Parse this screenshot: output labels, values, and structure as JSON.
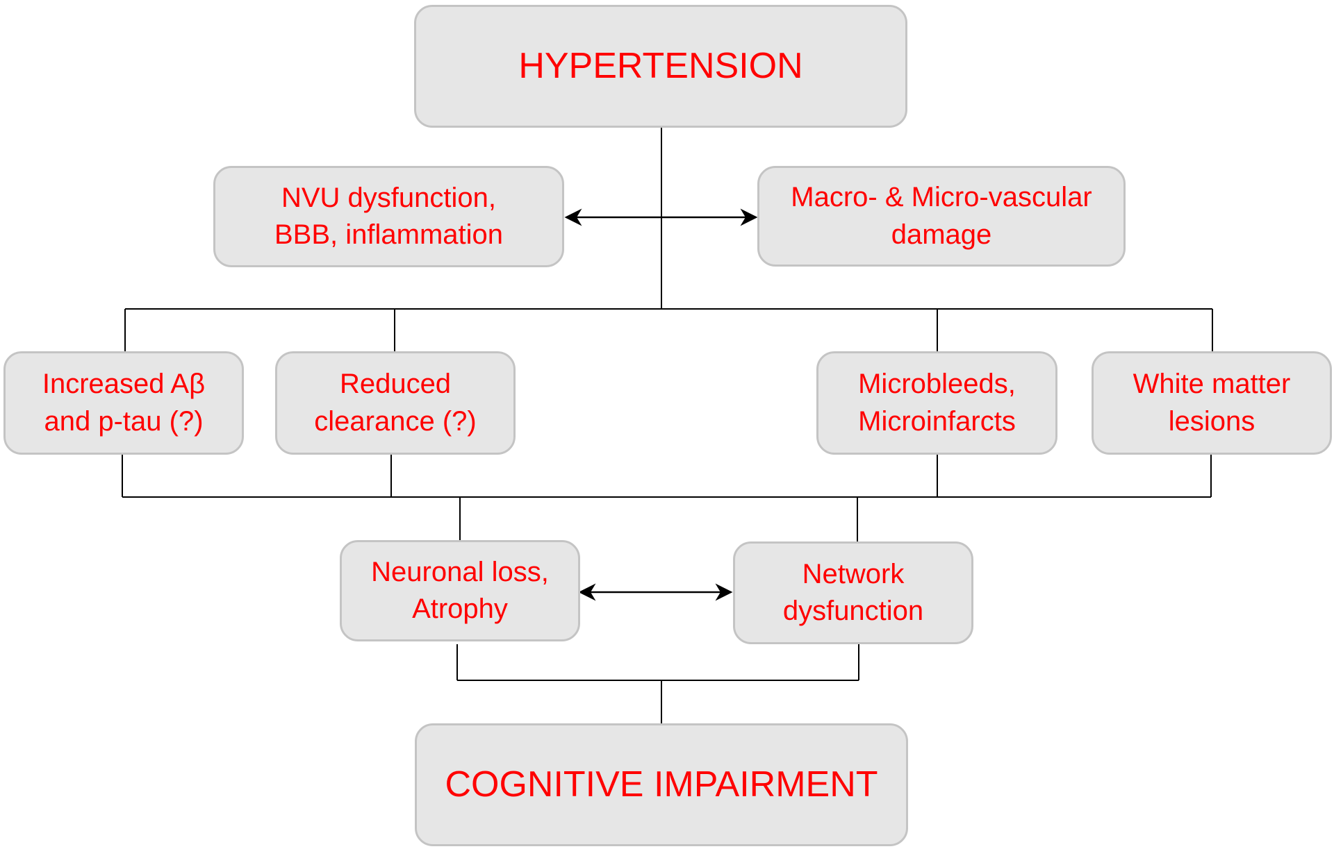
{
  "top": {
    "text": "HYPERTENSION"
  },
  "bottom": {
    "text": "COGNITIVE IMPAIRMENT"
  },
  "mechanisms": {
    "nvu": {
      "line1": "NVU dysfunction,",
      "line2": "BBB, inflammation"
    },
    "vascular": {
      "line1": "Macro- & Micro-vascular",
      "line2": "damage"
    }
  },
  "effects": [
    {
      "line1": "Increased Aβ",
      "line2": "and p-tau (?)"
    },
    {
      "line1": "Reduced",
      "line2": "clearance (?)"
    },
    {
      "line1": "Microbleeds,",
      "line2": "Microinfarcts"
    },
    {
      "line1": "White matter",
      "line2": "lesions"
    }
  ],
  "outcomes": {
    "neuronal": {
      "line1": "Neuronal loss,",
      "line2": "Atrophy"
    },
    "network": {
      "line1": "Network",
      "line2": "dysfunction"
    }
  },
  "colors": {
    "text": "#ff0000",
    "box_fill": "#e6e6e6",
    "box_border": "#c4c4c4",
    "connector": "#000000"
  }
}
